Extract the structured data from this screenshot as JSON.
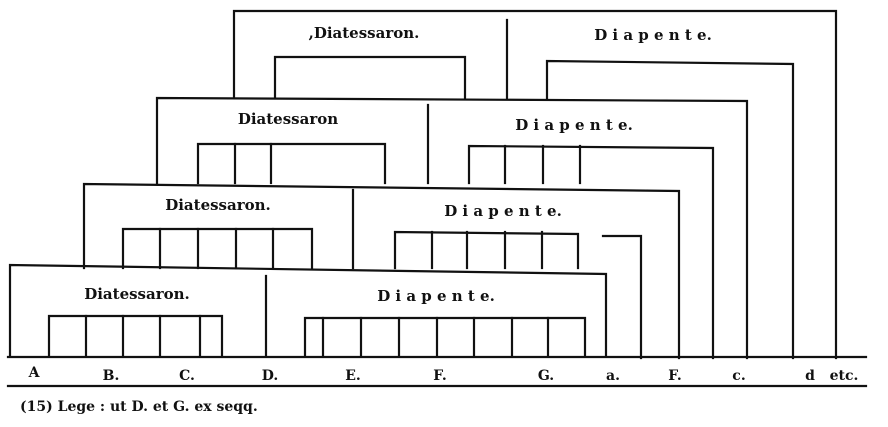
{
  "tiers": [
    {
      "diatessaron_label": "Diatessaron.",
      "diapente_label": "D i a p e n t e."
    },
    {
      "diatessaron_label": "Diatessaron.",
      "diapente_label": "D i a p e n t e."
    },
    {
      "diatessaron_label": "Diatessaron",
      "diapente_label": "D i a p e n t e."
    },
    {
      "diatessaron_label": ",Diatessaron.",
      "diapente_label": "D i a p e n t e."
    }
  ],
  "notes": [
    "A",
    "B.",
    "C.",
    "D.",
    "E.",
    "F.",
    "G.",
    "a.",
    "F.",
    "c.",
    "d",
    "etc."
  ],
  "footnote": "(15) Lege : ut D. et G. ex seqq."
}
